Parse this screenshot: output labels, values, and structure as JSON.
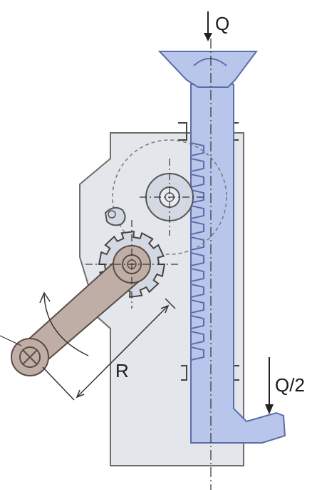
{
  "labels": {
    "load_top": "Q",
    "load_side": "Q/2",
    "crank_radius": "R"
  },
  "colors": {
    "frame_fill": "#e3e6ea",
    "frame_stroke": "#6e6e6e",
    "rack_fill": "#b9c6ec",
    "rack_stroke": "#5d6da8",
    "crank_fill": "#bfaea6",
    "crank_stroke": "#5a4b45",
    "gear_fill": "#d3d8e3",
    "line": "#333333"
  }
}
